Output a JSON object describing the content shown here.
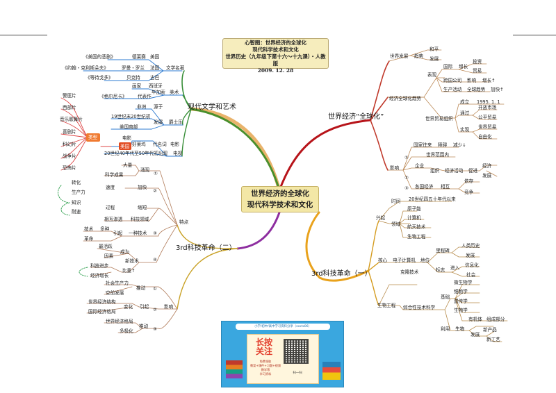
{
  "title_box": {
    "line1": "心智图：世界经济的全球化",
    "line2": "现代科学技术和文化",
    "line3": "世界历史（九年级下第十六～十九课）・人教版",
    "line4": "2009. 12. 28"
  },
  "center": {
    "line1": "世界经济的全球化",
    "line2": "现代科学技术和文化"
  },
  "promo": {
    "top_text": "小学/初中/高中学习资料分享（sxxtx06）",
    "title1": "长按",
    "title2": "关注",
    "sub1": "免费领取",
    "sub2": "教案+课件+习题+视频教学等",
    "sub3": "学习资料",
    "scan": "扫一扫"
  },
  "branches": {
    "culture": "现代文学和艺术",
    "global": "世界经济“全球化”",
    "rev2": "3rd科技革命（二）",
    "rev1": "3rd科技革命（一）"
  },
  "culture": {
    "lit": "文学名著",
    "lit_us": "美国",
    "lit_us_author": "德莱赛",
    "lit_us_book": "《美国的悲剧》",
    "lit_fr": "法国",
    "lit_fr_author": "罗曼・罗兰",
    "lit_fr_book": "《约翰・克利斯朵夫》",
    "lit_cn": "古巴",
    "lit_cn_author": "贝克特",
    "lit_cn_book": "《等待戈多》",
    "art": "美术",
    "art_a": "毕加索",
    "art_b": "画家",
    "art_c": "西班牙",
    "art_d": "代表作",
    "art_e": "《格尔尼卡》",
    "jazz": "爵士乐",
    "jazz_a": "非洲",
    "jazz_b": "源于",
    "jazz_c": "19世纪末20世纪初",
    "jazz_d": "美国南部",
    "jazz_e": "发展",
    "film": "电影",
    "film_a": "好莱坞",
    "film_b": "代名词",
    "film_c": "电影",
    "film_d": "美国",
    "film_e": "电视",
    "film_f": "出现",
    "film_g": "20世纪40年代至50年代初",
    "cats_label": "类型",
    "cat1": "警匪片",
    "cat2": "西部片",
    "cat3": "音乐歌舞片",
    "cat4": "喜剧片",
    "cat5": "科幻片",
    "cat6": "战争片",
    "cat7": "恐怖片"
  },
  "global": {
    "dev": "世界发展",
    "dev_trend": "趋势",
    "dev_a": "和平",
    "dev_b": "发展",
    "econ": "经济全球化趋势",
    "show": "表现",
    "intl": "国际",
    "intl_a": "增长",
    "intl_b": "投资",
    "intl_c": "贸易",
    "mnc": "跨国公司",
    "mnc_a": "影响",
    "mnc_b": "增长↑",
    "prod": "生产活动",
    "prod_a": "全球趋势",
    "prod_b": "加快↑",
    "wto": "世界贸易组织",
    "wto_a": "成立",
    "wto_b": "1995. 1. 1",
    "wto_c": "通过",
    "wto_d": "开放市场",
    "wto_e": "公平贸易",
    "wto_f": "实现",
    "wto_g": "世界贸易",
    "wto_h": "自由化",
    "impact": "影响",
    "i1": "国家往来",
    "i1_a": "障碍",
    "i1_b": "减少↓",
    "i2": "世界范围内",
    "i3": "企业",
    "i3_a": "组织",
    "i3_b": "经济活动",
    "i3_c": "促进",
    "i3_d": "经济",
    "i3_e": "发展",
    "i4": "各国经济",
    "i4_a": "相互",
    "i4_b": "依存",
    "i4_c": "竞争",
    "n1": "①",
    "n2": "②",
    "n3": "③"
  },
  "rev2": {
    "trait": "特点",
    "a1": "大量",
    "a2": "科学成果",
    "a3": "涌现",
    "a_n": "①",
    "b1": "转化",
    "b2": "生产力",
    "b3": "速度",
    "b4": "加快",
    "b_n": "②",
    "c1": "知识",
    "c2": "过程",
    "c3": "缩短",
    "c4": "耐速",
    "d1": "相互渗透",
    "d2": "科技领域",
    "e1": "技术",
    "e2": "多种",
    "e3": "革命",
    "e4": "引起",
    "e5": "一种技术",
    "e_n": "③",
    "f1": "最活跃",
    "f2": "因素",
    "f3": "成为",
    "f4": "新技术",
    "f_n": "④",
    "g1": "科技进步",
    "g2": "经济增长",
    "g3": "比重↑",
    "influ": "影响",
    "h1": "社会生产力",
    "h2": "空前发展",
    "h3": "推动",
    "h_n": "①",
    "k1": "世界经济结构",
    "k2": "国际经济格局",
    "k3": "变化",
    "k4": "引起",
    "k_n": "②",
    "m1": "世界经济格局",
    "m2": "多极化",
    "m3": "推动",
    "m_n": "③"
  },
  "rev1": {
    "rise": "兴起",
    "time": "时间",
    "time_v": "20世纪四五十年代以来",
    "field": "领域",
    "f1": "原子能",
    "f2": "计算机",
    "f3": "航天技术",
    "f4": "生物工程",
    "core": "核心",
    "pc": "电子计算机",
    "pos": "地位",
    "ms": "里程碑",
    "ms_a": "人类历史",
    "ms_b": "发展",
    "mark": "标志",
    "mark_a": "进入",
    "mark_b": "信息化",
    "mark_c": "社会",
    "clone": "克隆技术",
    "bio": "生物工程",
    "bio_sci": "综合性技术科学",
    "base": "基础",
    "b1": "微生物学",
    "b2": "细胞学",
    "b3": "遗传学",
    "b4": "生物学",
    "b5": "有机体",
    "b6": "组成部分",
    "use": "利用",
    "u1": "生物",
    "u2": "发展",
    "u3": "新产品",
    "u4": "新工艺"
  }
}
